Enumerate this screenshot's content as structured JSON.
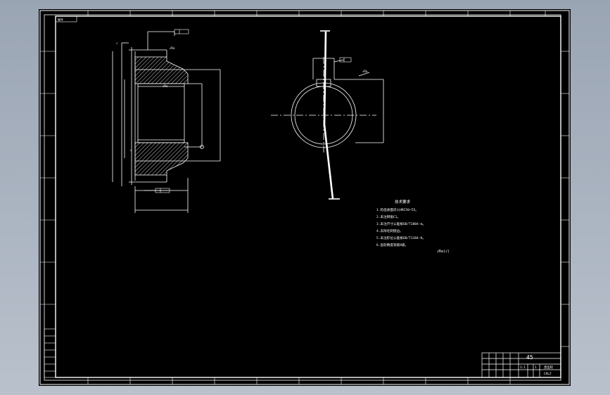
{
  "drawing": {
    "material": "45",
    "frame_tag": "图号",
    "technical_requirements": {
      "title": "技术要求",
      "items": [
        "1.轮齿表面淬火HRC50~55。",
        "2.未注倒角C1。",
        "3.未注尺寸公差按GB/T1804-m。",
        "4.去除毛刺锐边。",
        "5.未注形位公差按GB/T1184-K。",
        "6.齿轮精度等级8级。"
      ]
    },
    "surface_finish_note": "√Ra(√)",
    "title_block": {
      "part_name": "直齿轮",
      "scale": "1:1",
      "sheet": "1",
      "code": "CHLZ"
    }
  },
  "colors": {
    "sheet_background": "#000000",
    "line": "#ffffff",
    "viewport_background": "#a9b2bf"
  }
}
